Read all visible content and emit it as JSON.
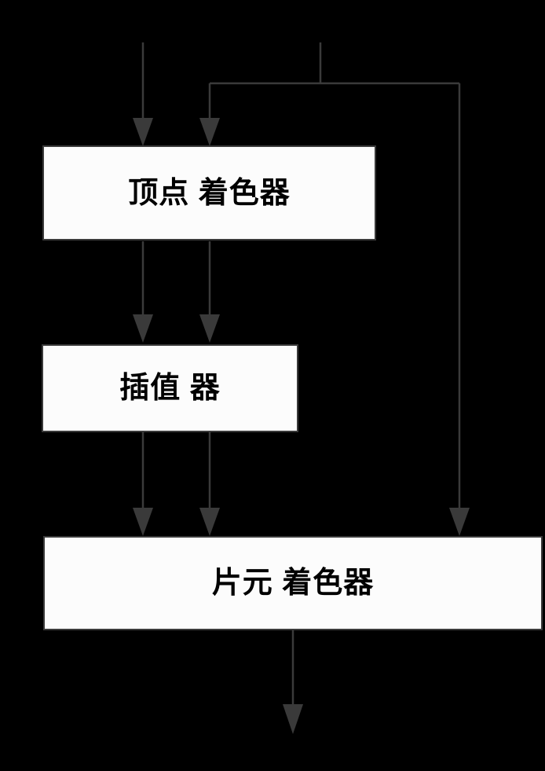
{
  "diagram": {
    "title": "shader-pipeline-flowchart",
    "colors": {
      "background": "#000000",
      "line": "#3a3a3a",
      "node-fill": "#fcfcfc",
      "node-border": "#3a3a3a",
      "label": "#000000"
    },
    "nodes": [
      {
        "id": "vertex-shader",
        "label": "顶点 着色器"
      },
      {
        "id": "interpolator",
        "label": "插值 器"
      },
      {
        "id": "fragment-shader",
        "label": "片元 着色器"
      }
    ],
    "edges": [
      {
        "from": "input-left",
        "to": "vertex-shader"
      },
      {
        "from": "input-right",
        "to": "vertex-shader"
      },
      {
        "from": "input-right",
        "to": "fragment-shader"
      },
      {
        "from": "vertex-shader",
        "to": "interpolator",
        "count": 2
      },
      {
        "from": "interpolator",
        "to": "fragment-shader",
        "count": 2
      },
      {
        "from": "fragment-shader",
        "to": "output"
      }
    ]
  }
}
